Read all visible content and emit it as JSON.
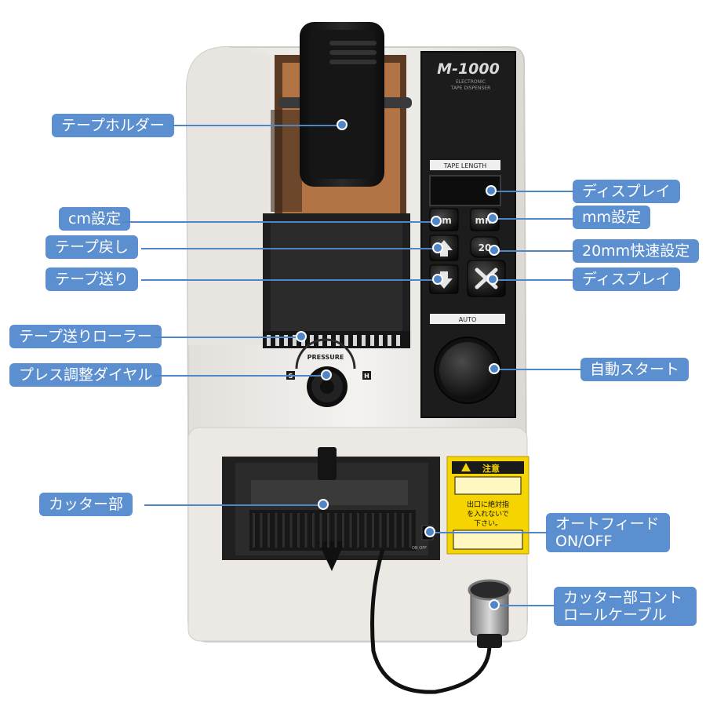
{
  "device": {
    "model": "M-1000",
    "subtitle_1": "ELECTRONIC",
    "subtitle_2": "TAPE DISPENSER",
    "tape_length_label": "TAPE LENGTH",
    "auto_label": "AUTO",
    "pressure_label": "PRESSURE",
    "dial_s": "S",
    "dial_h": "H",
    "btn_cm": "cm",
    "btn_mm": "mm",
    "btn_20": "20",
    "warning_title": "注意",
    "warning_line1": "出口に絶対指",
    "warning_line2": "を入れないで",
    "warning_line3": "下さい。",
    "onoff_label": "ON OFF"
  },
  "callouts": {
    "tape_holder": "テープホルダー",
    "display_1": "ディスプレイ",
    "cm_setting": "cm設定",
    "mm_setting": "mm設定",
    "tape_return": "テープ戻し",
    "fast_20mm": "20mm快速設定",
    "tape_feed": "テープ送り",
    "display_2": "ディスプレイ",
    "feed_roller": "テープ送りローラー",
    "press_dial": "プレス調整ダイヤル",
    "auto_start": "自動スタート",
    "cutter": "カッター部",
    "auto_feed": "オートフィード\nON/OFF",
    "cutter_cable": "カッター部コント\nロールケーブル"
  },
  "colors": {
    "callout_bg": "#5b8fd0",
    "body": "#efece8",
    "panel": "#1e1e1e",
    "warning": "#f5d400"
  }
}
